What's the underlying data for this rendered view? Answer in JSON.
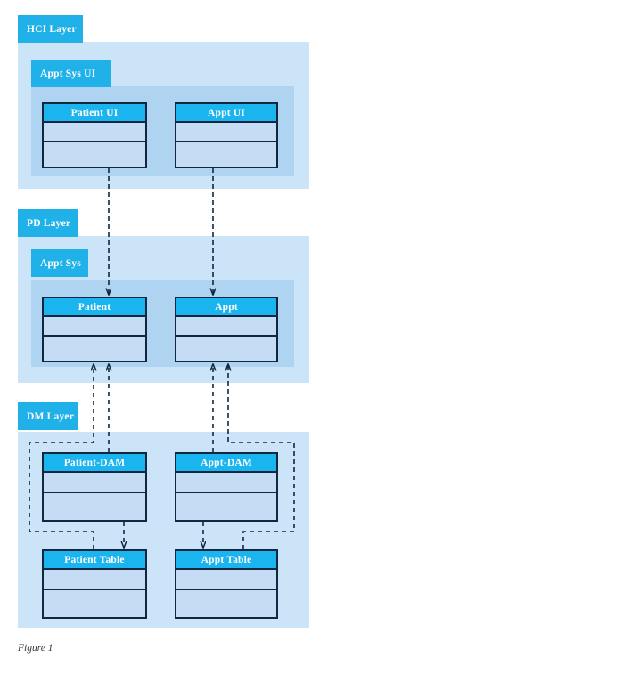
{
  "figure": {
    "caption": "Figure 1",
    "colors": {
      "layer_panel": "#cbe4f7",
      "inner_panel": "#aed4f2",
      "tab": "#20b1e8",
      "class_header": "#1ab4ee",
      "class_body": "#c4ddf4",
      "border": "#12273f",
      "background": "#ffffff"
    }
  },
  "layers": [
    {
      "id": "hci",
      "label": "HCI Layer",
      "subsystem": {
        "label": "Appt Sys UI"
      },
      "classes": [
        {
          "id": "patient-ui",
          "label": "Patient UI"
        },
        {
          "id": "appt-ui",
          "label": "Appt UI"
        }
      ]
    },
    {
      "id": "pd",
      "label": "PD Layer",
      "subsystem": {
        "label": "Appt Sys"
      },
      "classes": [
        {
          "id": "patient",
          "label": "Patient"
        },
        {
          "id": "appt",
          "label": "Appt"
        }
      ]
    },
    {
      "id": "dm",
      "label": "DM Layer",
      "subsystem": null,
      "classes": [
        {
          "id": "patient-dam",
          "label": "Patient-DAM"
        },
        {
          "id": "appt-dam",
          "label": "Appt-DAM"
        },
        {
          "id": "patient-table",
          "label": "Patient Table"
        },
        {
          "id": "appt-table",
          "label": "Appt Table"
        }
      ]
    }
  ],
  "dependencies": [
    {
      "from": "patient-ui",
      "to": "patient",
      "style": "dashed-arrow"
    },
    {
      "from": "appt-ui",
      "to": "appt",
      "style": "dashed-arrow"
    },
    {
      "from": "patient-dam",
      "to": "patient",
      "style": "dashed-arrow"
    },
    {
      "from": "patient-table",
      "to": "patient",
      "style": "dashed-arrow"
    },
    {
      "from": "appt-dam",
      "to": "appt",
      "style": "dashed-arrow"
    },
    {
      "from": "appt-table",
      "to": "appt",
      "style": "dashed-arrow"
    },
    {
      "from": "patient-dam",
      "to": "patient-table",
      "style": "dashed-arrow"
    },
    {
      "from": "appt-dam",
      "to": "appt-table",
      "style": "dashed-arrow"
    }
  ]
}
